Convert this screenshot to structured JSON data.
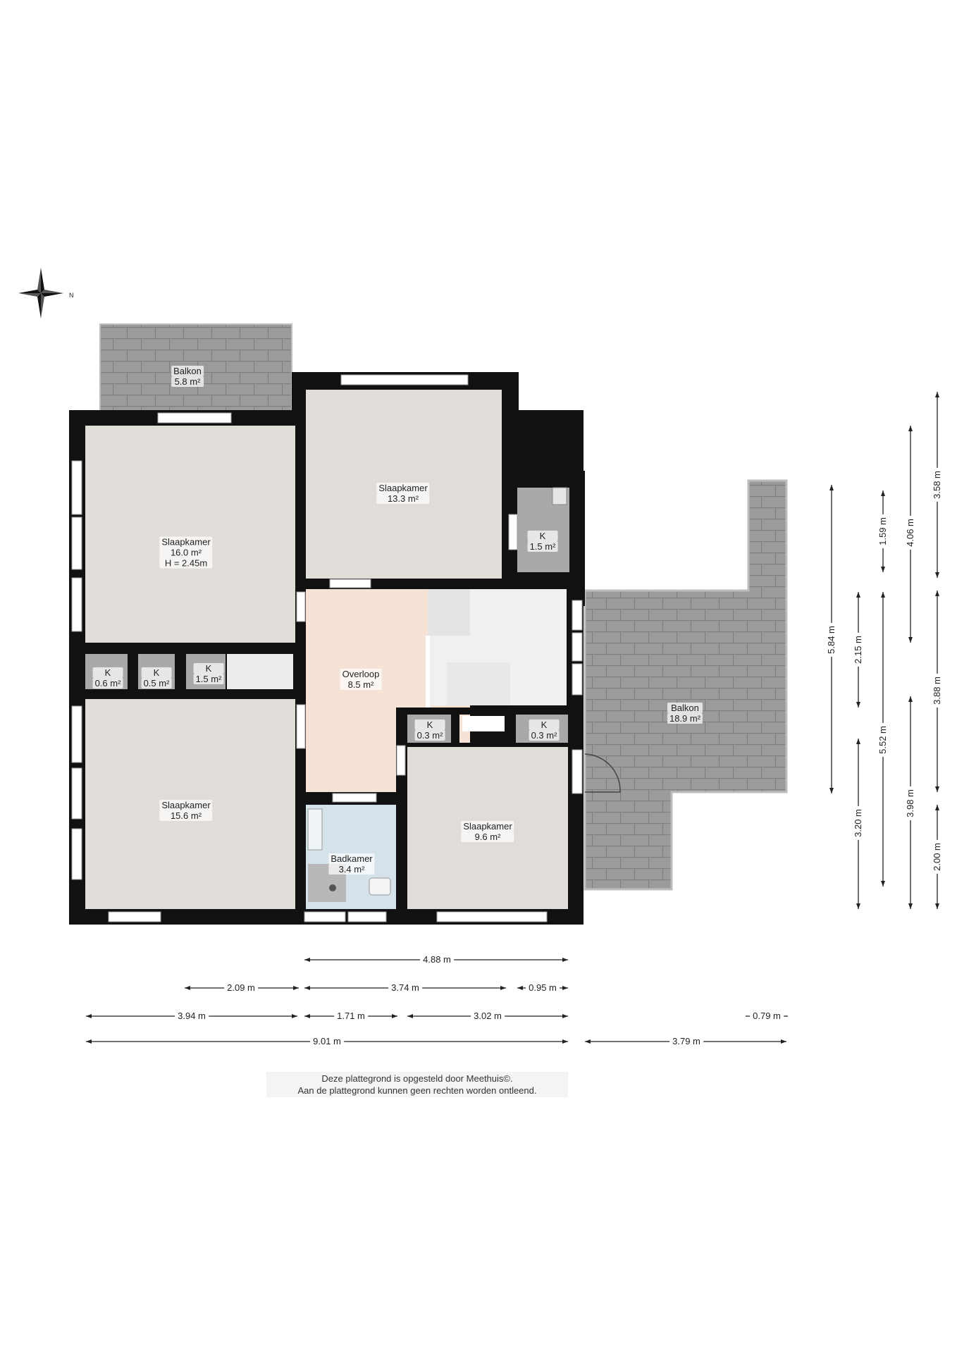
{
  "rooms": [
    {
      "name": "Balkon",
      "area": "5.8 m²",
      "extra": ""
    },
    {
      "name": "Slaapkamer",
      "area": "13.3 m²",
      "extra": ""
    },
    {
      "name": "Slaapkamer",
      "area": "16.0 m²",
      "extra": "H = 2.45m"
    },
    {
      "name": "K",
      "area": "1.5 m²",
      "extra": ""
    },
    {
      "name": "Overloop",
      "area": "8.5 m²",
      "extra": ""
    },
    {
      "name": "K",
      "area": "0.6 m²",
      "extra": ""
    },
    {
      "name": "K",
      "area": "0.5 m²",
      "extra": ""
    },
    {
      "name": "K",
      "area": "1.5 m²",
      "extra": ""
    },
    {
      "name": "Balkon",
      "area": "18.9 m²",
      "extra": ""
    },
    {
      "name": "K",
      "area": "0.3 m²",
      "extra": ""
    },
    {
      "name": "K",
      "area": "0.3 m²",
      "extra": ""
    },
    {
      "name": "Slaapkamer",
      "area": "15.6 m²",
      "extra": ""
    },
    {
      "name": "Slaapkamer",
      "area": "9.6 m²",
      "extra": ""
    },
    {
      "name": "Badkamer",
      "area": "3.4 m²",
      "extra": ""
    }
  ],
  "dimensions": {
    "horizontal": [
      "4.88 m",
      "2.09 m",
      "3.74 m",
      "0.95 m",
      "3.94 m",
      "1.71 m",
      "3.02 m",
      "0.79 m",
      "9.01 m",
      "3.79 m"
    ],
    "vertical": [
      "5.84 m",
      "1.59 m",
      "4.06 m",
      "3.58 m",
      "2.15 m",
      "5.52 m",
      "3.88 m",
      "3.98 m",
      "3.20 m",
      "2.00 m"
    ]
  },
  "compass": {
    "north_label": "N"
  },
  "disclaimer": {
    "line1": "Deze plattegrond is opgesteld door Meethuis©.",
    "line2": "Aan de plattegrond kunnen geen rechten worden ontleend."
  },
  "colors": {
    "wall": "#111111",
    "bedroom_floor": "#e0dcd7",
    "landing_floor": "#f6e3d6",
    "bathroom_floor": "#d5e2ea",
    "closet_floor": "#a9a9a9",
    "balcony_tile": "#9a9a9a"
  }
}
